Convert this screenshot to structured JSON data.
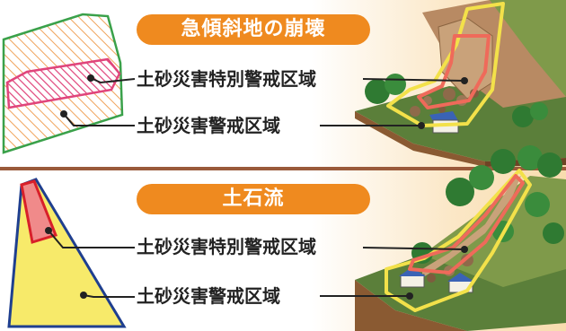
{
  "sections": {
    "top": {
      "title": "急傾斜地の崩壊",
      "special_zone_label": "土砂災害特別警戒区域",
      "warning_zone_label": "土砂災害警戒区域"
    },
    "bottom": {
      "title": "土石流",
      "special_zone_label": "土砂災害特別警戒区域",
      "warning_zone_label": "土砂災害警戒区域"
    }
  },
  "colors": {
    "title_pill": "#ef8a1f",
    "special_zone": "#e0457b",
    "warning_zone": "#f3e14a",
    "top_outline": "#3aa14a",
    "bottom_outline": "#1f3f8f",
    "divider": "#9a5a3a"
  }
}
